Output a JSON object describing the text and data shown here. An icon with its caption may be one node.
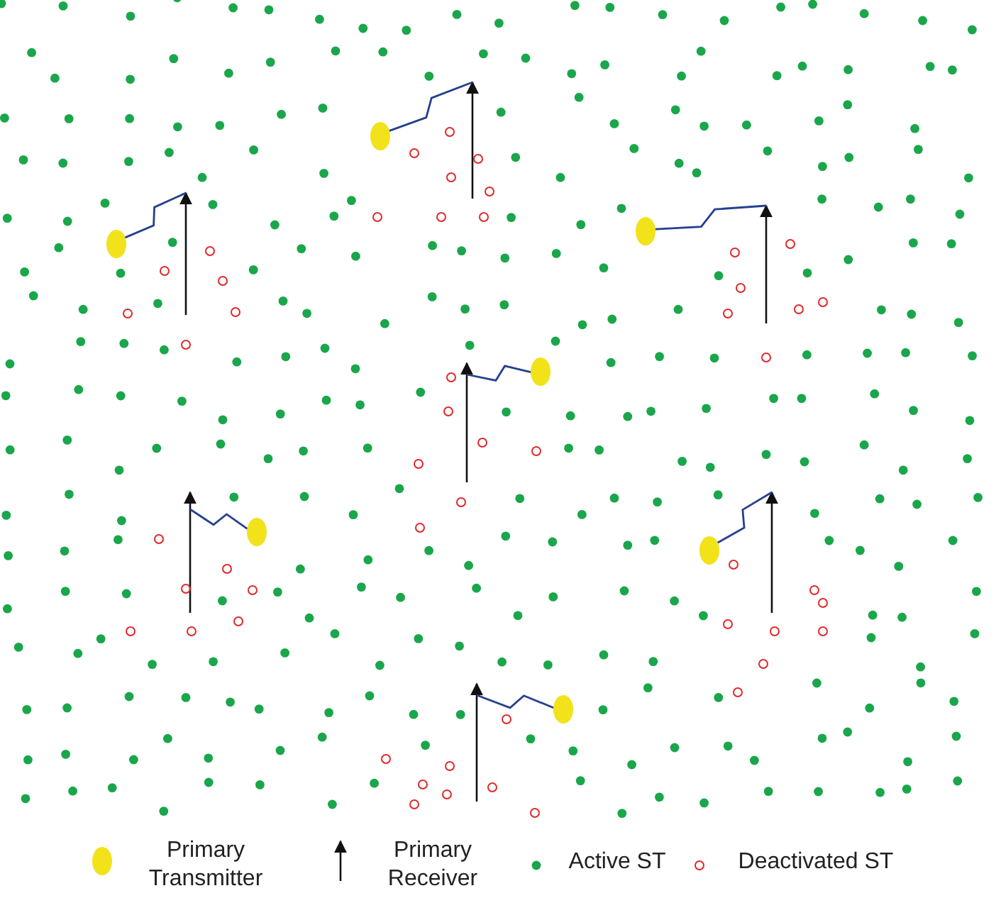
{
  "diagram": {
    "nodes": [
      {
        "text": [],
        "shape": "ellipse"
      },
      {
        "text": [],
        "shape": "ellipse"
      },
      {
        "text": [],
        "shape": "ellipse"
      },
      {
        "text": [],
        "shape": "ellipse"
      },
      {
        "text": [],
        "shape": "ellipse"
      },
      {
        "text": [],
        "shape": "ellipse"
      },
      {
        "text": [],
        "shape": "ellipse"
      },
      {
        "text": [],
        "shape": "arrow"
      },
      {
        "text": [],
        "shape": "arrow"
      },
      {
        "text": [],
        "shape": "arrow"
      },
      {
        "text": [],
        "shape": "arrow"
      },
      {
        "text": [],
        "shape": "arrow"
      },
      {
        "text": [],
        "shape": "arrow"
      },
      {
        "text": [],
        "shape": "arrow"
      }
    ],
    "edges": [
      {
        "from": 0,
        "to": 7,
        "arrow": "none"
      },
      {
        "from": 1,
        "to": 9,
        "arrow": "none"
      },
      {
        "from": 2,
        "to": 8,
        "arrow": "none"
      },
      {
        "from": 3,
        "to": 10,
        "arrow": "none"
      },
      {
        "from": 4,
        "to": 11,
        "arrow": "none"
      },
      {
        "from": 5,
        "to": 12,
        "arrow": "none"
      },
      {
        "from": 6,
        "to": 13,
        "arrow": "none"
      }
    ],
    "legend": [
      {
        "text": "Primary Transmitter",
        "color": "#f2e21a"
      },
      {
        "text": "Primary Receiver"
      },
      {
        "text": "Active ST",
        "color": "#1aa64a"
      },
      {
        "text": "Deactivated ST"
      }
    ]
  }
}
